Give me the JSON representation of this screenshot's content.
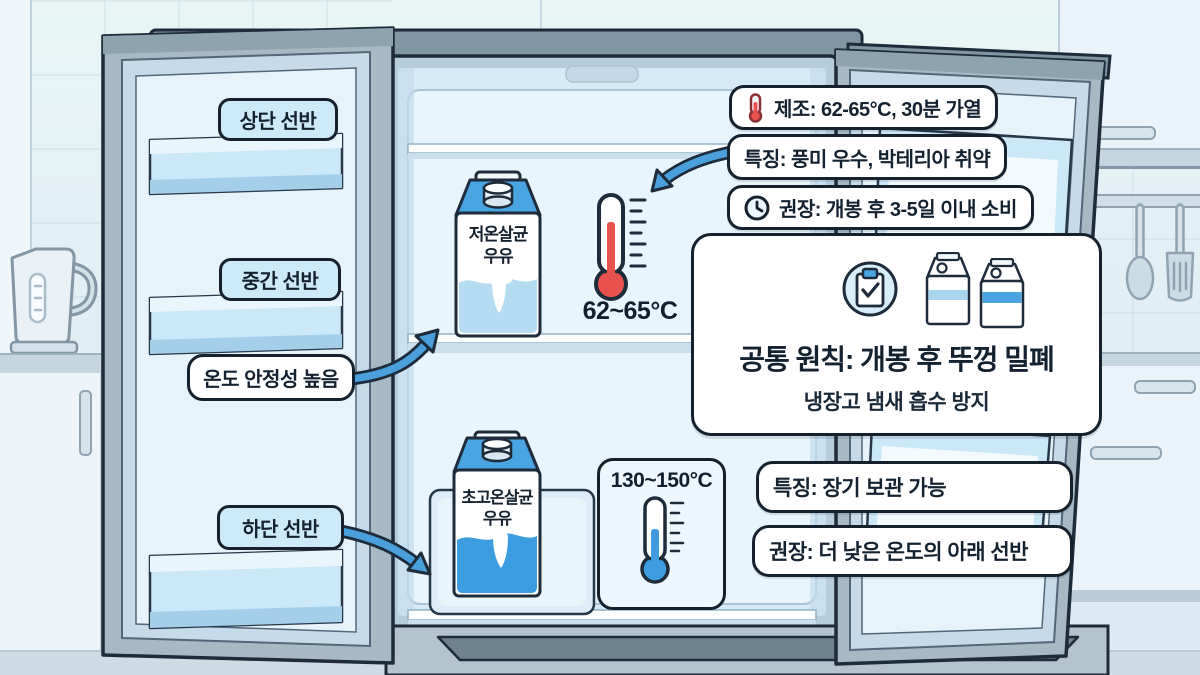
{
  "shelf_labels": {
    "top_shelf": "상단 선반",
    "middle_shelf": "중간 선반",
    "temp_stability": "온도 안정성 높음",
    "bottom_shelf": "하단 선반"
  },
  "milk_items": {
    "pasteurized": {
      "line1": "저온살균",
      "line2": "우유",
      "temp": "62~65°C"
    },
    "uht": {
      "line1": "초고온살균",
      "line2": "우유",
      "temp": "130~150°C"
    }
  },
  "callouts": {
    "pasteurized": [
      {
        "icon": "thermometer-icon",
        "text": "제조: 62-65°C, 30분 가열"
      },
      {
        "icon": "none",
        "text": "특징: 풍미 우수, 박테리아 취약"
      },
      {
        "icon": "clock-icon",
        "text": "권장: 개봉 후 3-5일 이내 소비"
      }
    ],
    "common": {
      "title": "공통 원칙: 개봉 후 뚜껑 밀폐",
      "subtitle": "냉장고 냄새 흡수 방지"
    },
    "uht": [
      {
        "text": "특징: 장기 보관 가능"
      },
      {
        "text": "권장: 더 낮은 온도의 아래 선반"
      }
    ]
  },
  "icons": {
    "common_panel": [
      "clipboard-check-icon",
      "milk-carton-icon",
      "milk-carton-icon"
    ]
  },
  "colors": {
    "outline": "#15222e",
    "accent_blue": "#49a4e1",
    "arrow_blue": "#4aa0dc",
    "thermo_hot": "#e8514d",
    "thermo_cold": "#3f9ddf",
    "pill_blue": "#cdeafa",
    "fridge_gray": "#a7b9c5",
    "interior_blue": "#e8f5fc"
  }
}
